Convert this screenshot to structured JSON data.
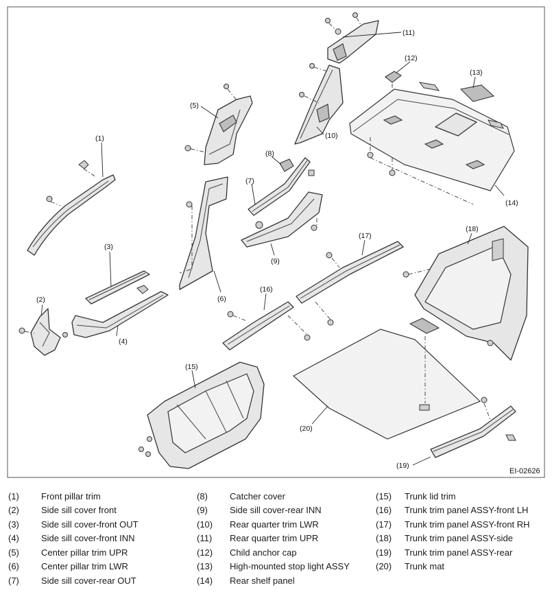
{
  "diagram": {
    "code": "EI-02626",
    "callouts": [
      "(1)",
      "(2)",
      "(3)",
      "(4)",
      "(5)",
      "(6)",
      "(7)",
      "(8)",
      "(9)",
      "(10)",
      "(11)",
      "(12)",
      "(13)",
      "(14)",
      "(15)",
      "(16)",
      "(17)",
      "(18)",
      "(19)",
      "(20)"
    ]
  },
  "legend": {
    "items": [
      {
        "num": "(1)",
        "label": "Front pillar trim"
      },
      {
        "num": "(2)",
        "label": "Side sill cover front"
      },
      {
        "num": "(3)",
        "label": "Side sill cover-front OUT"
      },
      {
        "num": "(4)",
        "label": "Side sill cover-front INN"
      },
      {
        "num": "(5)",
        "label": "Center pillar trim UPR"
      },
      {
        "num": "(6)",
        "label": "Center pillar trim LWR"
      },
      {
        "num": "(7)",
        "label": "Side sill cover-rear OUT"
      },
      {
        "num": "(8)",
        "label": "Catcher cover"
      },
      {
        "num": "(9)",
        "label": "Side sill cover-rear INN"
      },
      {
        "num": "(10)",
        "label": "Rear quarter trim LWR"
      },
      {
        "num": "(11)",
        "label": "Rear quarter trim UPR"
      },
      {
        "num": "(12)",
        "label": "Child anchor cap"
      },
      {
        "num": "(13)",
        "label": "High-mounted stop light ASSY"
      },
      {
        "num": "(14)",
        "label": "Rear shelf panel"
      },
      {
        "num": "(15)",
        "label": "Trunk lid trim"
      },
      {
        "num": "(16)",
        "label": "Trunk trim panel ASSY-front LH"
      },
      {
        "num": "(17)",
        "label": "Trunk trim panel ASSY-front RH"
      },
      {
        "num": "(18)",
        "label": "Trunk trim panel ASSY-side"
      },
      {
        "num": "(19)",
        "label": "Trunk trim panel ASSY-rear"
      },
      {
        "num": "(20)",
        "label": "Trunk mat"
      }
    ]
  }
}
